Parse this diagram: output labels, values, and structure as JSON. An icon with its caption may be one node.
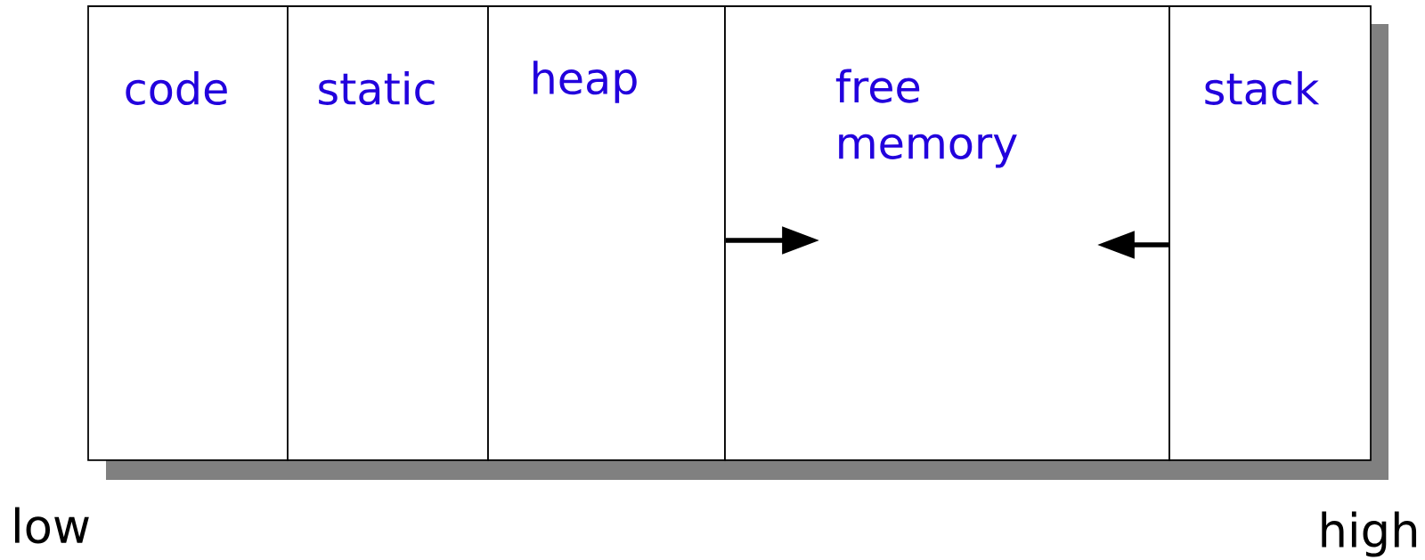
{
  "diagram": {
    "nodes": [
      {
        "text": [
          "code"
        ]
      },
      {
        "text": [
          "static"
        ]
      },
      {
        "text": [
          "heap"
        ]
      },
      {
        "text": [
          "free memory"
        ]
      },
      {
        "text": [
          "stack"
        ]
      }
    ],
    "edges": [
      {
        "from": 2,
        "to": 3,
        "arrow": "to"
      },
      {
        "from": 4,
        "to": 3,
        "arrow": "to"
      }
    ],
    "labels": [
      "low",
      "high"
    ]
  }
}
